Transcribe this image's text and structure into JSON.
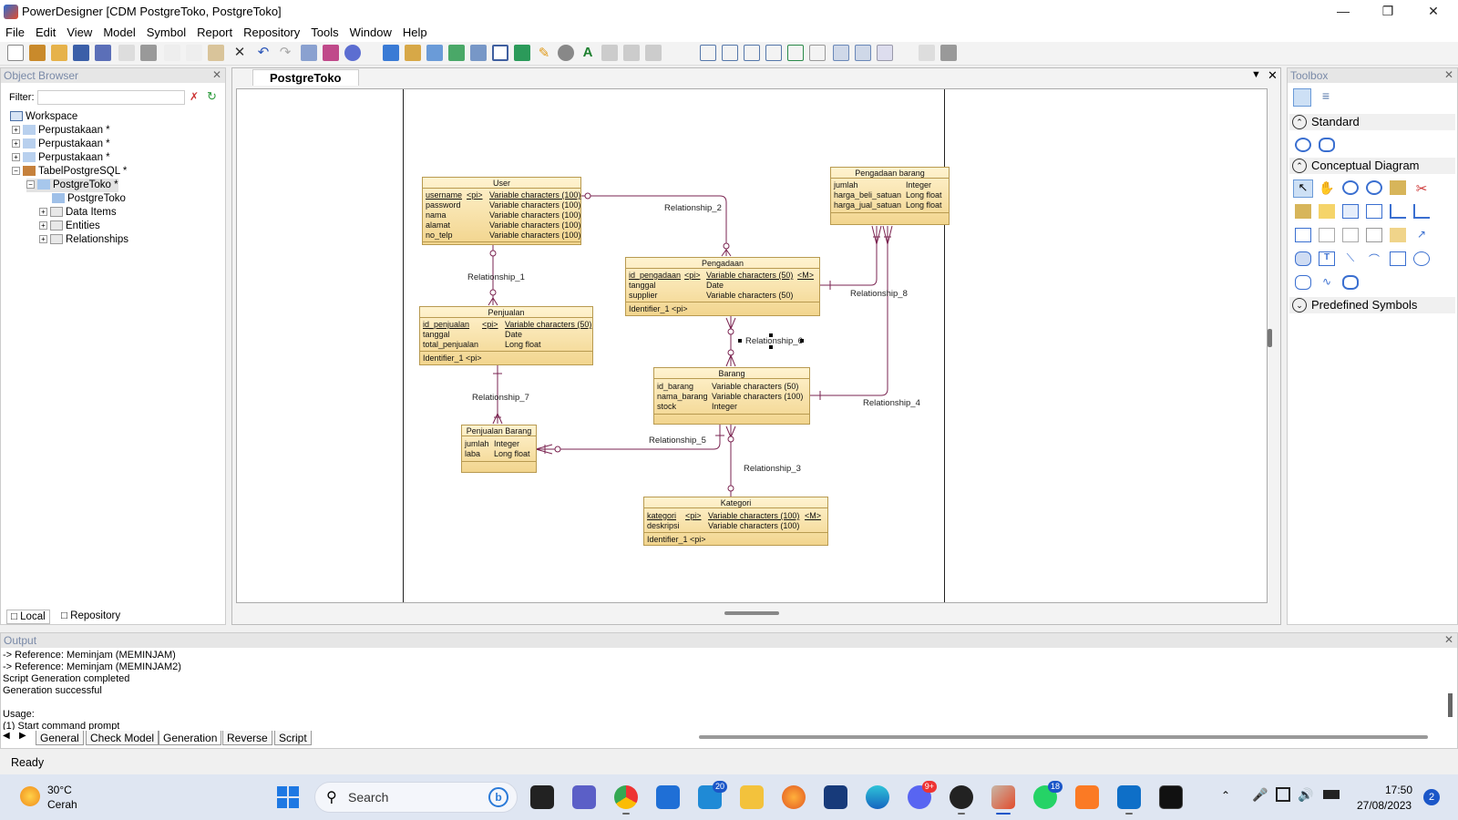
{
  "window": {
    "title": "PowerDesigner [CDM PostgreToko, PostgreToko]"
  },
  "menu": [
    "File",
    "Edit",
    "View",
    "Model",
    "Symbol",
    "Report",
    "Repository",
    "Tools",
    "Window",
    "Help"
  ],
  "object_browser": {
    "title": "Object Browser",
    "filter_label": "Filter:",
    "tree": [
      {
        "label": "Workspace"
      },
      {
        "label": "Perpustakaan *"
      },
      {
        "label": "Perpustakaan *"
      },
      {
        "label": "Perpustakaan *"
      },
      {
        "label": "TabelPostgreSQL *"
      },
      {
        "label": "PostgreToko *"
      },
      {
        "label": "PostgreToko"
      },
      {
        "label": "Data Items"
      },
      {
        "label": "Entities"
      },
      {
        "label": "Relationships"
      }
    ],
    "tabs": [
      "Local",
      "Repository"
    ]
  },
  "diagram": {
    "tab": "PostgreToko",
    "entities": {
      "user": {
        "name": "User",
        "rows": [
          {
            "c1": "username",
            "c2": "<pi>",
            "c3": "Variable characters (100)"
          },
          {
            "c1": "password",
            "c2": "",
            "c3": "Variable characters (100)"
          },
          {
            "c1": "nama",
            "c2": "",
            "c3": "Variable characters (100)"
          },
          {
            "c1": "alamat",
            "c2": "",
            "c3": "Variable characters (100)"
          },
          {
            "c1": "no_telp",
            "c2": "",
            "c3": "Variable characters (100)"
          }
        ]
      },
      "pengadaan_barang": {
        "name": "Pengadaan barang",
        "rows": [
          {
            "c1": "jumlah",
            "c2": "",
            "c3": "Integer"
          },
          {
            "c1": "harga_beli_satuan",
            "c2": "",
            "c3": "Long float"
          },
          {
            "c1": "harga_jual_satuan",
            "c2": "",
            "c3": "Long float"
          }
        ]
      },
      "pengadaan": {
        "name": "Pengadaan",
        "rows": [
          {
            "c1": "id_pengadaan",
            "c2": "<pi>",
            "c3": "Variable characters (50)",
            "c4": "<M>"
          },
          {
            "c1": "tanggal",
            "c2": "",
            "c3": "Date"
          },
          {
            "c1": "supplier",
            "c2": "",
            "c3": "Variable characters (50)"
          }
        ],
        "identifier": "Identifier_1  <pi>"
      },
      "penjualan": {
        "name": "Penjualan",
        "rows": [
          {
            "c1": "id_penjualan",
            "c2": "<pi>",
            "c3": "Variable characters (50)"
          },
          {
            "c1": "tanggal",
            "c2": "",
            "c3": "Date"
          },
          {
            "c1": "total_penjualan",
            "c2": "",
            "c3": "Long float"
          }
        ],
        "identifier": "Identifier_1  <pi>"
      },
      "barang": {
        "name": "Barang",
        "rows": [
          {
            "c1": "id_barang",
            "c2": "",
            "c3": "Variable characters (50)"
          },
          {
            "c1": "nama_barang",
            "c2": "",
            "c3": "Variable characters (100)"
          },
          {
            "c1": "stock",
            "c2": "",
            "c3": "Integer"
          }
        ]
      },
      "penjualan_barang": {
        "name": "Penjualan Barang",
        "rows": [
          {
            "c1": "jumlah",
            "c2": "",
            "c3": "Integer"
          },
          {
            "c1": "laba",
            "c2": "",
            "c3": "Long float"
          }
        ]
      },
      "kategori": {
        "name": "Kategori",
        "rows": [
          {
            "c1": "kategori",
            "c2": "<pi>",
            "c3": "Variable characters (100)",
            "c4": "<M>"
          },
          {
            "c1": "deskripsi",
            "c2": "",
            "c3": "Variable characters (100)"
          }
        ],
        "identifier": "Identifier_1  <pi>"
      }
    },
    "relationships": [
      "Relationship_1",
      "Relationship_2",
      "Relationship_3",
      "Relationship_4",
      "Relationship_5",
      "Relationship_6",
      "Relationship_7",
      "Relationship_8"
    ]
  },
  "toolbox": {
    "title": "Toolbox",
    "sections": [
      "Standard",
      "Conceptual Diagram",
      "Predefined Symbols"
    ]
  },
  "output": {
    "title": "Output",
    "lines": [
      "-> Reference: Meminjam (MEMINJAM)",
      "-> Reference: Meminjam (MEMINJAM2)",
      "Script Generation completed",
      "Generation successful",
      "",
      "Usage:",
      " (1) Start command prompt"
    ],
    "tabs": [
      "General",
      "Check Model",
      "Generation",
      "Reverse",
      "Script"
    ]
  },
  "status": {
    "text": "Ready"
  },
  "taskbar": {
    "weather_temp": "30°C",
    "weather_desc": "Cerah",
    "search_label": "Search",
    "badge_mail": "20",
    "badge_discord": "9+",
    "badge_whatsapp": "18",
    "time": "17:50",
    "date": "27/08/2023",
    "notif": "2"
  },
  "colors": {
    "accent": "#0067c0",
    "entity_fill": "#f5dd9c",
    "relationship_line": "#7a2350"
  }
}
